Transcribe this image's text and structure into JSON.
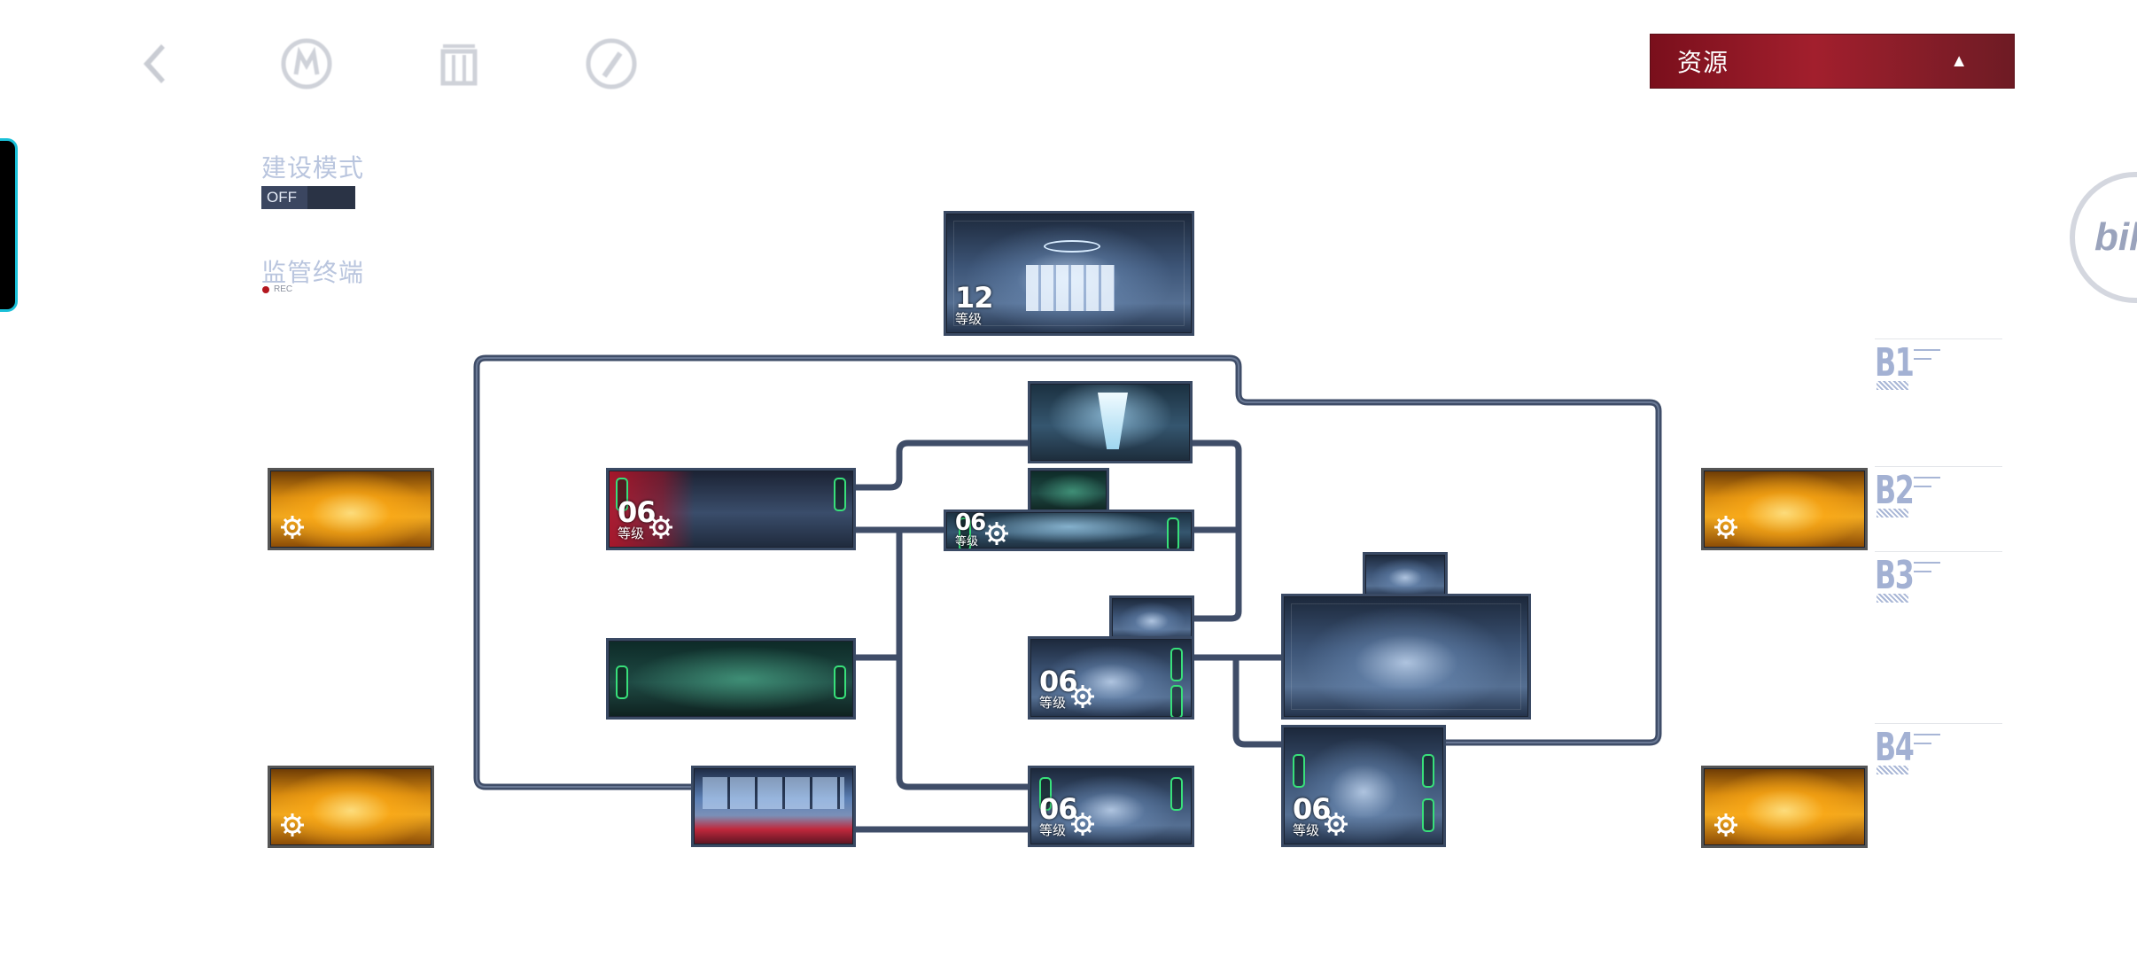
{
  "nav": {
    "icons": [
      "back-arrow-icon",
      "emblem-m-icon",
      "building-icon",
      "globe-icon"
    ]
  },
  "resource_menu": {
    "label": "资源",
    "caret": "▲"
  },
  "build_mode": {
    "title": "建设模式",
    "toggle_label": "OFF"
  },
  "monitor": {
    "title": "监管终端",
    "rec_label": "REC"
  },
  "bili": {
    "text": "bili"
  },
  "floors": [
    {
      "code": "B1"
    },
    {
      "code": "B2"
    },
    {
      "code": "B3"
    },
    {
      "code": "B4"
    }
  ],
  "rooms": {
    "command_center": {
      "level": "12",
      "level_label": "等级"
    },
    "red_lab": {
      "level": "06",
      "level_label": "等级"
    },
    "reactor_room": {
      "level": "06",
      "level_label": "等级"
    },
    "pod_room": {
      "level": "06",
      "level_label": "等级"
    },
    "medical_room": {
      "level": "06",
      "level_label": "等级"
    },
    "tank_room": {
      "level": "06",
      "level_label": "等级"
    }
  },
  "colors": {
    "accent_red": "#a21f2d",
    "pipe": "#3f4d68",
    "floor_label": "#a3b1d3",
    "rec_dot": "#b3161e"
  }
}
